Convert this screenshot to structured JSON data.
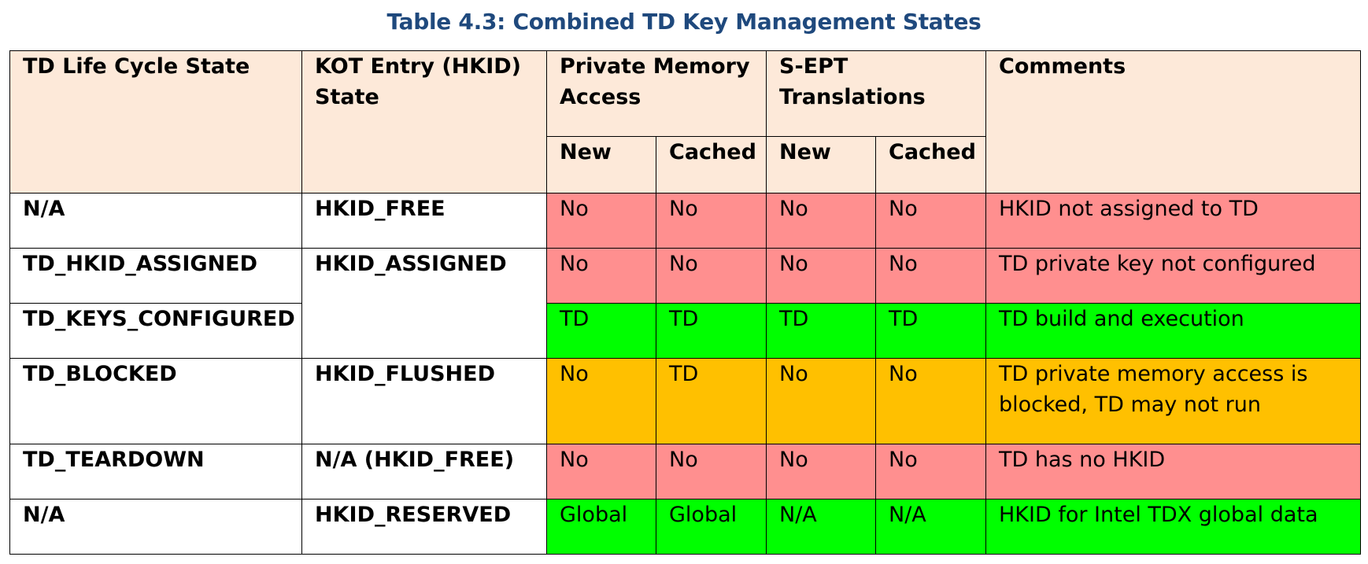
{
  "caption": "Table 4.3:  Combined TD Key Management States",
  "headers": {
    "life_cycle": "TD Life Cycle State",
    "kot_entry": "KOT Entry (HKID) State",
    "private_memory": "Private Memory Access",
    "sept": "S-EPT Translations",
    "comments": "Comments",
    "pm_new": "New",
    "pm_cached": "Cached",
    "sept_new": "New",
    "sept_cached": "Cached"
  },
  "rows": [
    {
      "life": "N/A",
      "kot": "HKID_FREE",
      "pm_new": "No",
      "pm_cached": "No",
      "sept_new": "No",
      "sept_cached": "No",
      "comment": "HKID not assigned to TD"
    },
    {
      "life": "TD_HKID_ASSIGNED",
      "kot": "HKID_ASSIGNED",
      "pm_new": "No",
      "pm_cached": "No",
      "sept_new": "No",
      "sept_cached": "No",
      "comment": "TD private key not configured"
    },
    {
      "life": "TD_KEYS_CONFIGURED",
      "kot": "",
      "pm_new": "TD",
      "pm_cached": "TD",
      "sept_new": "TD",
      "sept_cached": "TD",
      "comment": "TD build and execution"
    },
    {
      "life": "TD_BLOCKED",
      "kot": "HKID_FLUSHED",
      "pm_new": "No",
      "pm_cached": "TD",
      "sept_new": "No",
      "sept_cached": "No",
      "comment": "TD private memory access is blocked, TD may not run"
    },
    {
      "life": "TD_TEARDOWN",
      "kot": "N/A (HKID_FREE)",
      "pm_new": "No",
      "pm_cached": "No",
      "sept_new": "No",
      "sept_cached": "No",
      "comment": "TD has no HKID"
    },
    {
      "life": "N/A",
      "kot": "HKID_RESERVED",
      "pm_new": "Global",
      "pm_cached": "Global",
      "sept_new": "N/A",
      "sept_cached": "N/A",
      "comment": "HKID for Intel TDX global data"
    }
  ],
  "colors": {
    "caption": "#1f497d",
    "header_fill": "#fde9d9",
    "no_access": "#ff8f8f",
    "access": "#00ff00",
    "blocked": "#ffc000"
  }
}
